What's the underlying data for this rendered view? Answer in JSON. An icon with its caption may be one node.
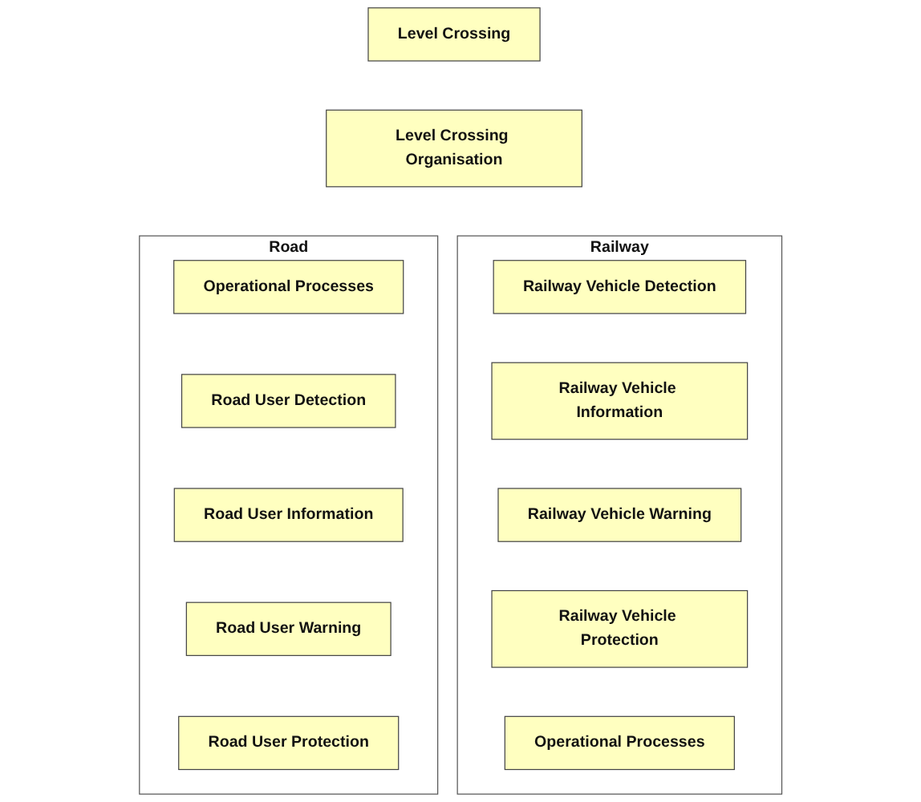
{
  "diagram": {
    "nodes": [
      {
        "text": [
          "Level Crossing"
        ]
      },
      {
        "text": [
          "Railway"
        ]
      },
      {
        "text": [
          "Road"
        ]
      },
      {
        "text": [
          "Level Crossing Organisation"
        ]
      },
      {
        "text": [
          "Railway Vehicle Detection"
        ],
        "in": 1
      },
      {
        "text": [
          "Railway Vehicle Information"
        ],
        "in": 1
      },
      {
        "text": [
          "Railway Vehicle Warning"
        ],
        "in": 1
      },
      {
        "text": [
          "Railway Vehicle Protection"
        ],
        "in": 1
      },
      {
        "text": [
          "Operational Processes"
        ],
        "in": 1
      },
      {
        "text": [
          "Operational Processes"
        ],
        "in": 2
      },
      {
        "text": [
          "Road User Detection"
        ],
        "in": 2
      },
      {
        "text": [
          "Road User Information"
        ],
        "in": 2
      },
      {
        "text": [
          "Road User Warning"
        ],
        "in": 2
      },
      {
        "text": [
          "Road User Protection"
        ],
        "in": 2
      }
    ]
  }
}
